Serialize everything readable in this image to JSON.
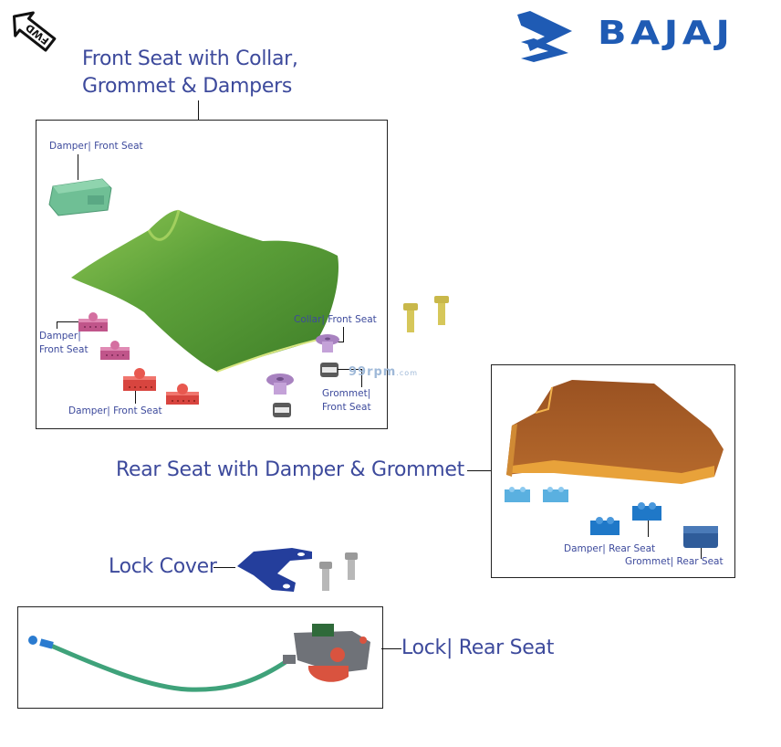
{
  "header": {
    "direction_badge": "FWD",
    "brand": {
      "name": "BAJAJ",
      "color": "#1f5bb4",
      "icon": "bajaj-logo-icon"
    }
  },
  "front_seat": {
    "title_line1": "Front Seat with Collar,",
    "title_line2": "Grommet & Dampers",
    "callouts": {
      "damper_top": "Damper| Front Seat",
      "damper_left_line1": "Damper|",
      "damper_left_line2": "Front Seat",
      "damper_bottom": "Damper| Front Seat",
      "collar": "Collar| Front Seat",
      "grommet_line1": "Grommet|",
      "grommet_line2": "Front Seat"
    },
    "watermark": {
      "main": "99rpm",
      "suffix": ".com"
    },
    "colors": {
      "seat": "#5a9a3a",
      "damper_top": "#6fbf95",
      "damper_pink": "#c0558a",
      "damper_red": "#d8453f",
      "collar": "#a882c0",
      "grommet": "#6b6b6b",
      "bolt": "#c9b84a"
    }
  },
  "rear_seat": {
    "title": "Rear Seat with Damper & Grommet",
    "callouts": {
      "damper": "Damper| Rear Seat",
      "grommet": "Grommet| Rear Seat"
    },
    "colors": {
      "seat": "#a85c24",
      "seat_edge": "#e8a23a",
      "damper_light": "#5ab0e0",
      "damper_dark": "#1f78c8",
      "grommet": "#2f5c9a"
    }
  },
  "lock_cover": {
    "title": "Lock Cover",
    "colors": {
      "cover": "#243e9c",
      "bolt": "#9a9a9a"
    }
  },
  "lock": {
    "title": "Lock| Rear Seat",
    "colors": {
      "cable": "#3fa27a",
      "body": "#6f7278",
      "knob": "#d9533f",
      "tip": "#2a7bd0"
    }
  }
}
